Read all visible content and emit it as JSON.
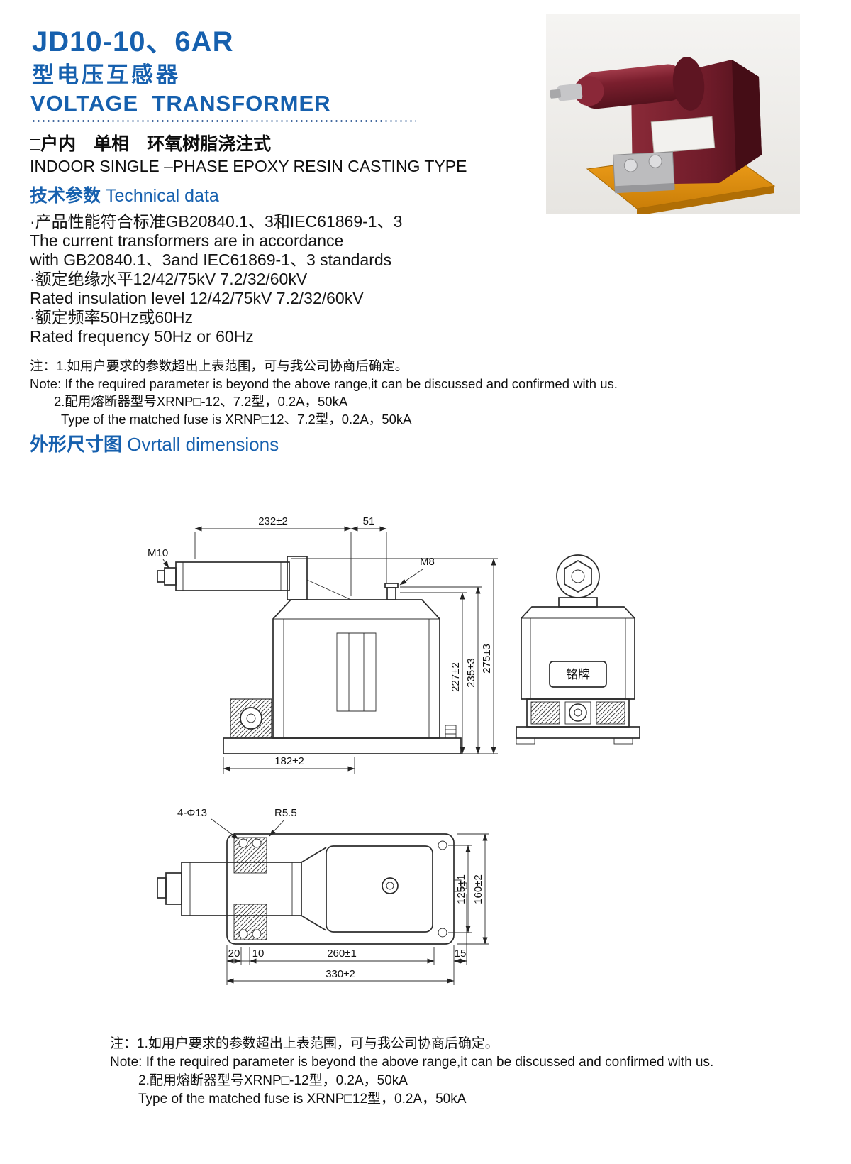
{
  "header": {
    "model": "JD10-10、6AR",
    "subtitle_cn": "型电压互感器",
    "subtitle_en": "VOLTAGE  TRANSFORMER",
    "type_cn": "□户内　单相　环氧树脂浇注式",
    "type_en": "INDOOR SINGLE –PHASE EPOXY RESIN CASTING TYPE"
  },
  "technical": {
    "heading_cn": "技术参数",
    "heading_en": "Technical data",
    "lines": [
      "·产品性能符合标准GB20840.1、3和IEC61869-1、3",
      "The current transformers are in accordance",
      "with GB20840.1、3and IEC61869-1、3 standards",
      "·额定绝缘水平12/42/75kV 7.2/32/60kV",
      "Rated insulation level 12/42/75kV 7.2/32/60kV",
      "·额定频率50Hz或60Hz",
      "Rated frequency 50Hz or 60Hz"
    ]
  },
  "notes_top": {
    "l1": "注：1.如用户要求的参数超出上表范围，可与我公司协商后确定。",
    "l2": "Note: If the required parameter is beyond the above range,it can be discussed and confirmed with us.",
    "l3": "2.配用熔断器型号XRNP□-12、7.2型，0.2A，50kA",
    "l4": "Type of the matched fuse is XRNP□12、7.2型，0.2A，50kA"
  },
  "dimensions": {
    "heading_cn": "外形尺寸图",
    "heading_en": "Ovrtall dimensions"
  },
  "drawing": {
    "front": {
      "d232": "232±2",
      "d51": "51",
      "m10": "M10",
      "m8": "M8",
      "d227": "227±2",
      "d235": "235±3",
      "d275": "275±3",
      "d182": "182±2"
    },
    "side": {
      "nameplate": "铭牌"
    },
    "bottom": {
      "holes": "4-Φ13",
      "radius": "R5.5",
      "d125": "125±1",
      "d160": "160±2",
      "d20": "20",
      "d10": "10",
      "d260": "260±1",
      "d15": "15",
      "d330": "330±2"
    }
  },
  "notes_bottom": {
    "l1": "注：1.如用户要求的参数超出上表范围，可与我公司协商后确定。",
    "l2": "Note: If the required parameter is beyond the above range,it can be discussed and confirmed with us.",
    "l3": "2.配用熔断器型号XRNP□-12型，0.2A，50kA",
    "l4": "Type of the matched fuse is XRNP□12型，0.2A，50kA"
  }
}
